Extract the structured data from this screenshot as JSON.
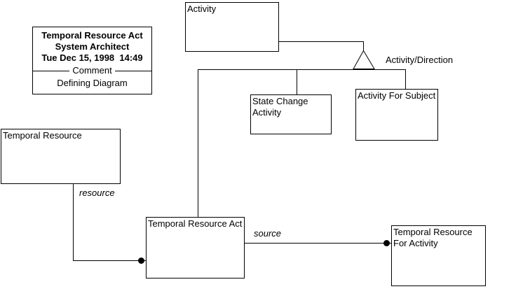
{
  "colors": {
    "background": "#ffffff",
    "line": "#000000",
    "text": "#000000"
  },
  "comment_box": {
    "title": "Temporal Resource Act",
    "subtitle": "System Architect",
    "timestamp": "Tue Dec 15, 1998  14:49",
    "separator_label": "Comment",
    "caption": "Defining Diagram"
  },
  "entities": [
    {
      "name": "activity",
      "label": "Activity"
    },
    {
      "name": "state-change-activity",
      "label": "State Change Activity"
    },
    {
      "name": "activity-for-subject",
      "label": "Activity For Subject"
    },
    {
      "name": "temporal-resource",
      "label": "Temporal Resource"
    },
    {
      "name": "temporal-resource-act",
      "label": "Temporal Resource Act"
    },
    {
      "name": "temporal-resource-for-activity",
      "label": "Temporal Resource For Activity"
    }
  ],
  "relationships": {
    "subtype_label": "Activity/Direction",
    "resource_label": "resource",
    "source_label": "source"
  }
}
